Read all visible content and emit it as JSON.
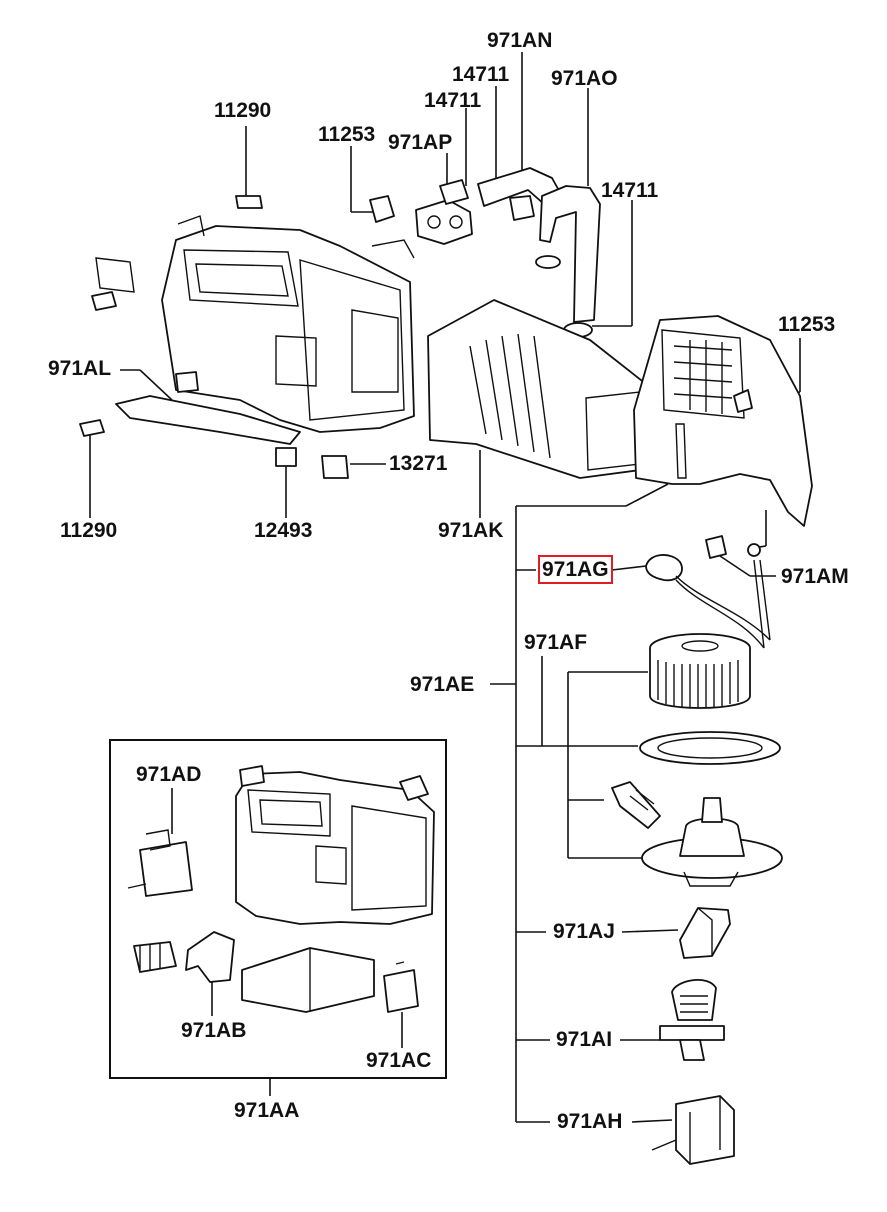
{
  "labels": {
    "p971AN": "971AN",
    "p14711a": "14711",
    "p971AO": "971AO",
    "p14711b": "14711",
    "p11290a": "11290",
    "p11253a": "11253",
    "p971AP": "971AP",
    "p14711c": "14711",
    "p11253b": "11253",
    "p971AL": "971AL",
    "p13271": "13271",
    "p11290b": "11290",
    "p12493": "12493",
    "p971AK": "971AK",
    "p971AG": "971AG",
    "p971AM": "971AM",
    "p971AF": "971AF",
    "p971AE": "971AE",
    "p971AD": "971AD",
    "p971AJ": "971AJ",
    "p971AB": "971AB",
    "p971AI": "971AI",
    "p971AC": "971AC",
    "p971AH": "971AH",
    "p971AA": "971AA"
  },
  "highlight": {
    "part": "971AG",
    "color": "#e31b23"
  }
}
